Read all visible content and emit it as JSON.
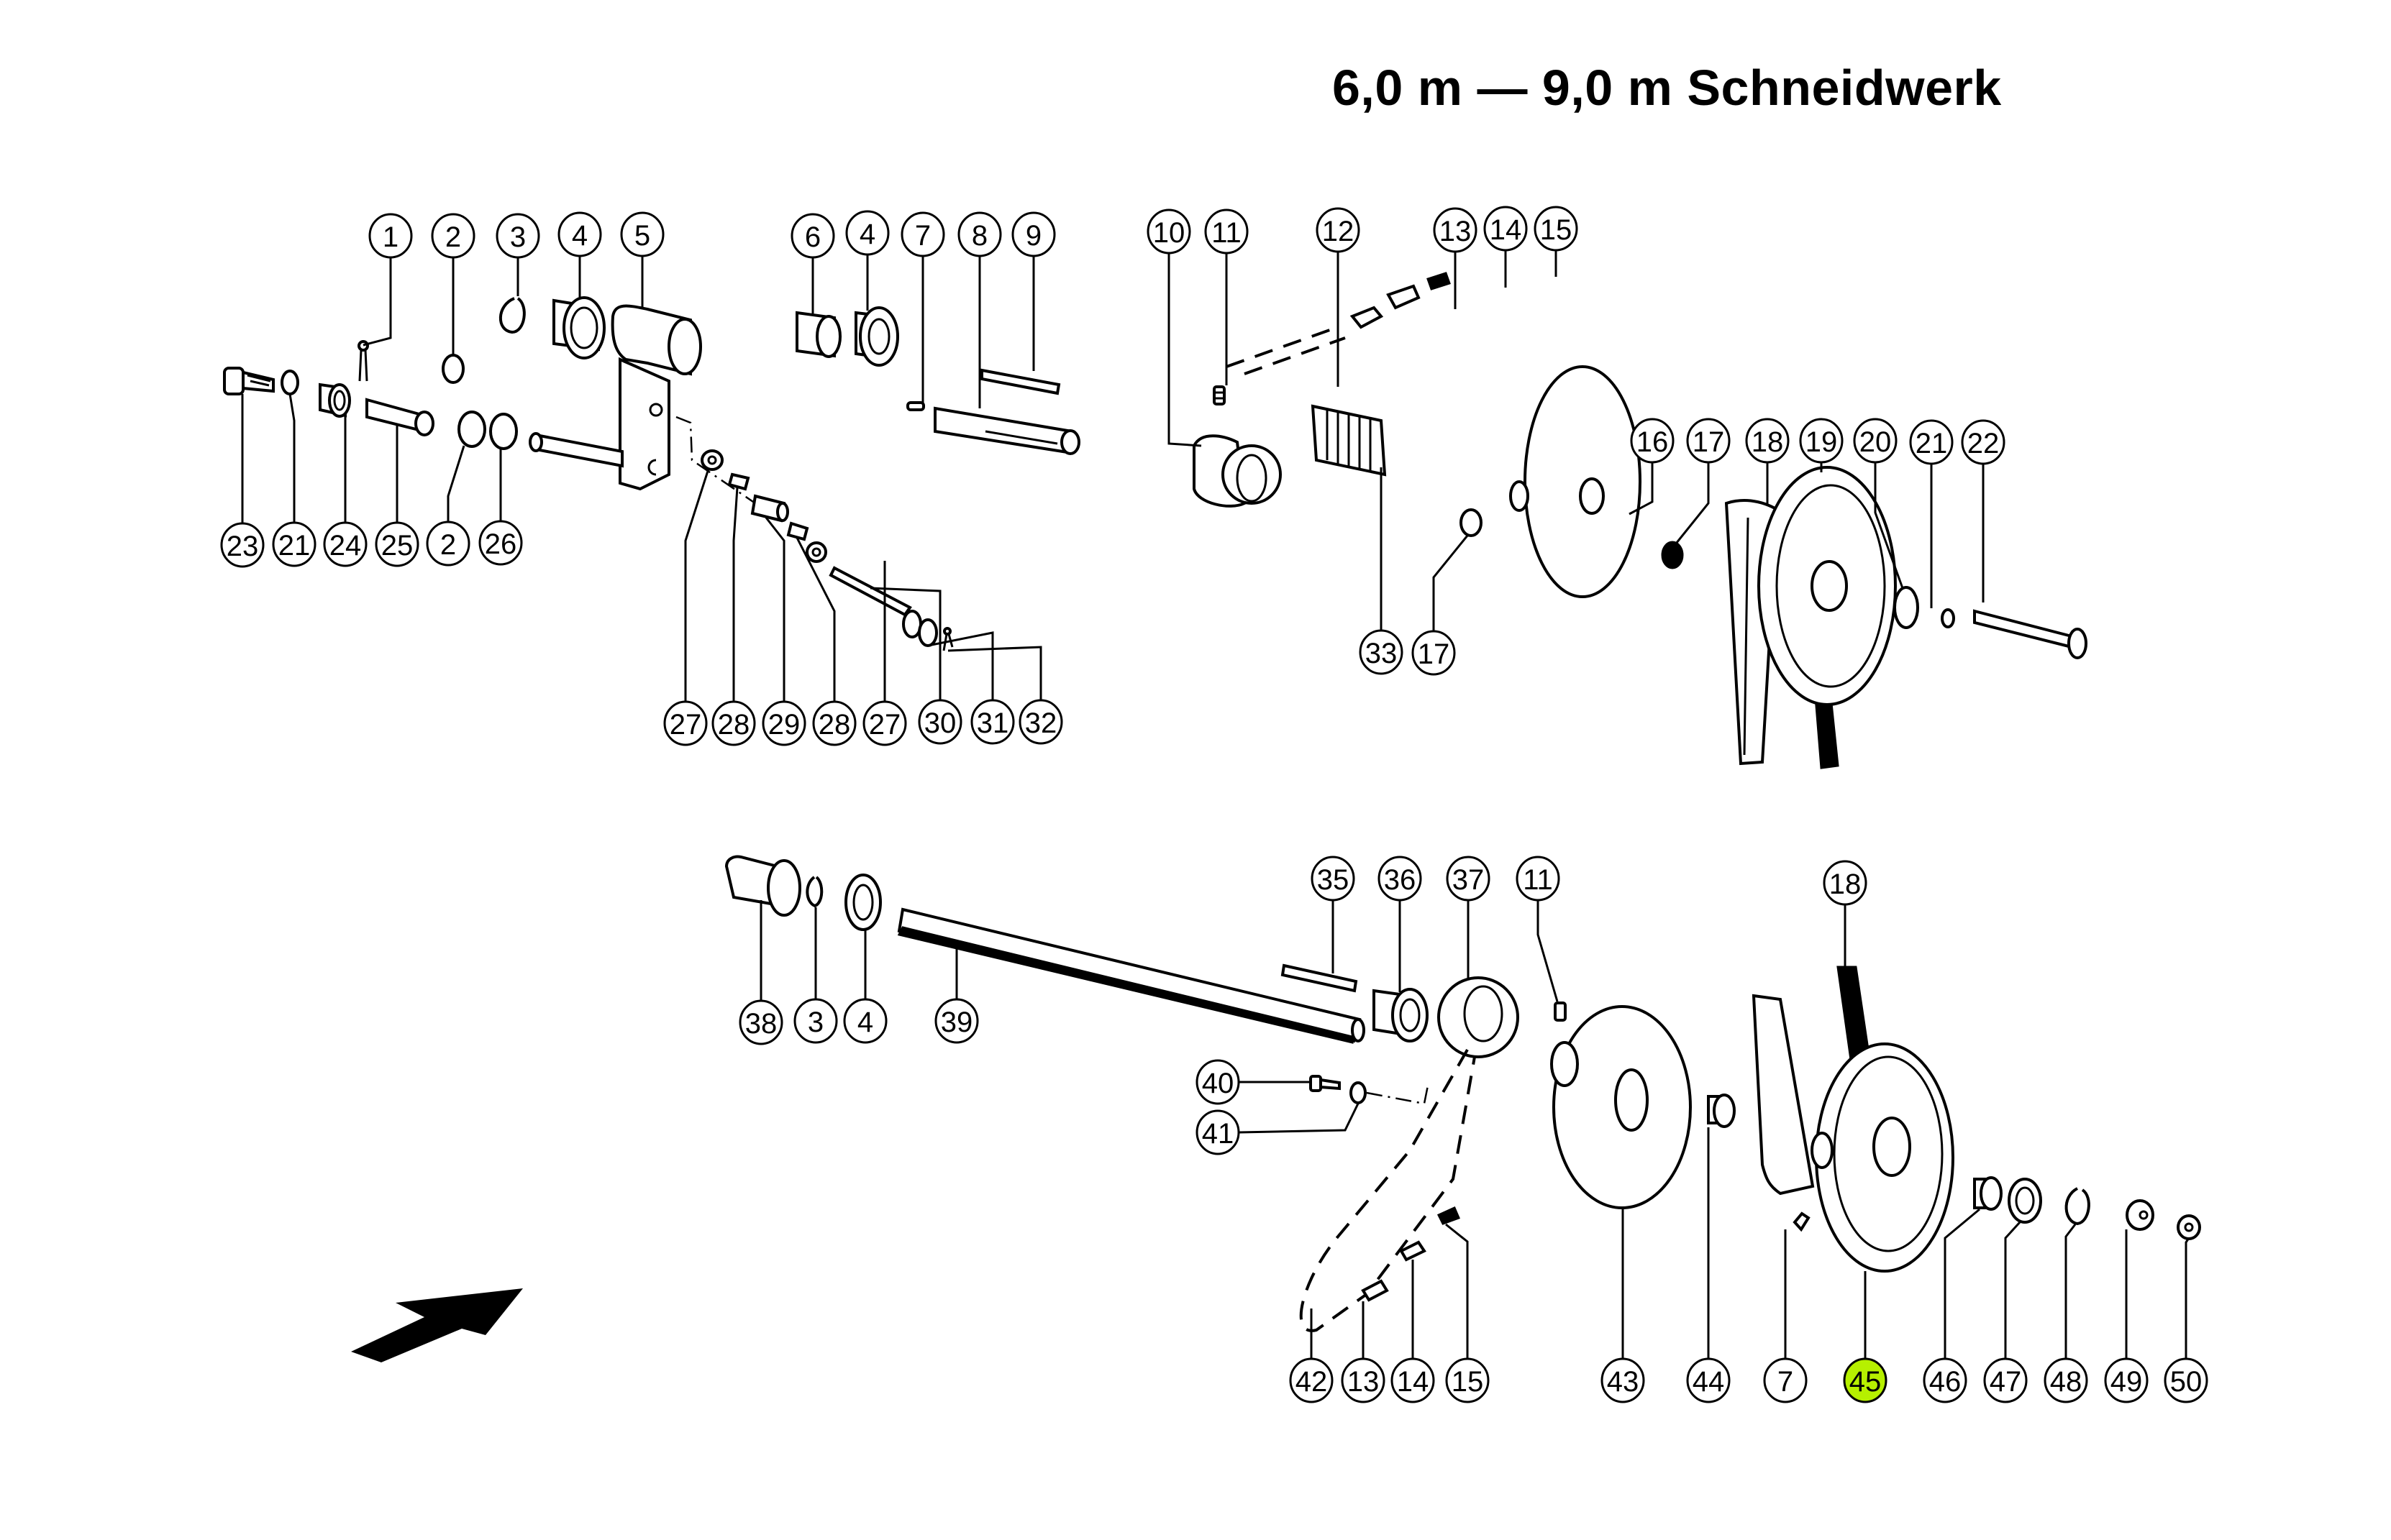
{
  "page": {
    "title": "6,0 m — 9,0 m Schneidwerk"
  },
  "highlight_color": "#b6f000",
  "selected_part": "45",
  "callouts": [
    {
      "id": "c1",
      "label": "1"
    },
    {
      "id": "c2a",
      "label": "2"
    },
    {
      "id": "c3a",
      "label": "3"
    },
    {
      "id": "c4a",
      "label": "4"
    },
    {
      "id": "c5",
      "label": "5"
    },
    {
      "id": "c6",
      "label": "6"
    },
    {
      "id": "c4b",
      "label": "4"
    },
    {
      "id": "c7a",
      "label": "7"
    },
    {
      "id": "c8",
      "label": "8"
    },
    {
      "id": "c9",
      "label": "9"
    },
    {
      "id": "c10",
      "label": "10"
    },
    {
      "id": "c11a",
      "label": "11"
    },
    {
      "id": "c12",
      "label": "12"
    },
    {
      "id": "c13a",
      "label": "13"
    },
    {
      "id": "c14a",
      "label": "14"
    },
    {
      "id": "c15a",
      "label": "15"
    },
    {
      "id": "c16",
      "label": "16"
    },
    {
      "id": "c17a",
      "label": "17"
    },
    {
      "id": "c18a",
      "label": "18"
    },
    {
      "id": "c19",
      "label": "19"
    },
    {
      "id": "c20",
      "label": "20"
    },
    {
      "id": "c21a",
      "label": "21"
    },
    {
      "id": "c22",
      "label": "22"
    },
    {
      "id": "c23",
      "label": "23"
    },
    {
      "id": "c21b",
      "label": "21"
    },
    {
      "id": "c24",
      "label": "24"
    },
    {
      "id": "c25",
      "label": "25"
    },
    {
      "id": "c2b",
      "label": "2"
    },
    {
      "id": "c26",
      "label": "26"
    },
    {
      "id": "c27a",
      "label": "27"
    },
    {
      "id": "c28a",
      "label": "28"
    },
    {
      "id": "c29",
      "label": "29"
    },
    {
      "id": "c28b",
      "label": "28"
    },
    {
      "id": "c27b",
      "label": "27"
    },
    {
      "id": "c30",
      "label": "30"
    },
    {
      "id": "c31",
      "label": "31"
    },
    {
      "id": "c32",
      "label": "32"
    },
    {
      "id": "c33",
      "label": "33"
    },
    {
      "id": "c17b",
      "label": "17"
    },
    {
      "id": "c35",
      "label": "35"
    },
    {
      "id": "c36",
      "label": "36"
    },
    {
      "id": "c37",
      "label": "37"
    },
    {
      "id": "c11b",
      "label": "11"
    },
    {
      "id": "c18b",
      "label": "18"
    },
    {
      "id": "c38",
      "label": "38"
    },
    {
      "id": "c3b",
      "label": "3"
    },
    {
      "id": "c4c",
      "label": "4"
    },
    {
      "id": "c39",
      "label": "39"
    },
    {
      "id": "c40",
      "label": "40"
    },
    {
      "id": "c41",
      "label": "41"
    },
    {
      "id": "c42",
      "label": "42"
    },
    {
      "id": "c13b",
      "label": "13"
    },
    {
      "id": "c14b",
      "label": "14"
    },
    {
      "id": "c15b",
      "label": "15"
    },
    {
      "id": "c43",
      "label": "43"
    },
    {
      "id": "c44",
      "label": "44"
    },
    {
      "id": "c7b",
      "label": "7"
    },
    {
      "id": "c45",
      "label": "45"
    },
    {
      "id": "c46",
      "label": "46"
    },
    {
      "id": "c47",
      "label": "47"
    },
    {
      "id": "c48",
      "label": "48"
    },
    {
      "id": "c49",
      "label": "49"
    },
    {
      "id": "c50",
      "label": "50"
    }
  ],
  "orientation_arrow": {
    "icon": "direction-arrow-icon"
  }
}
